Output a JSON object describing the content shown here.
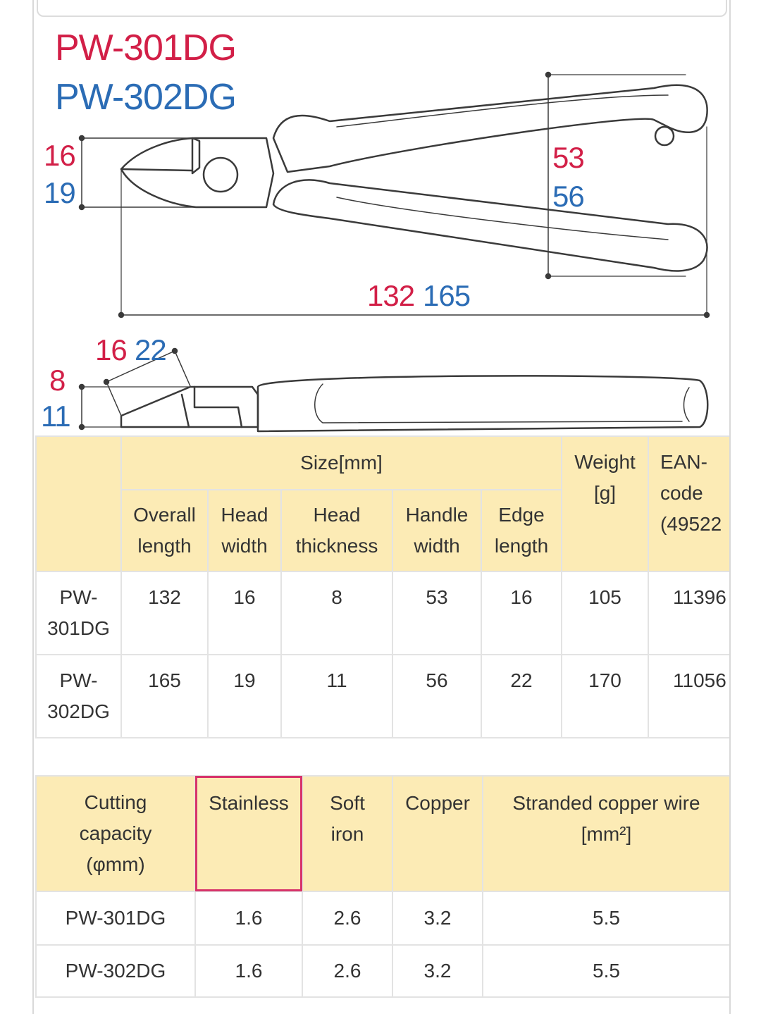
{
  "diagram": {
    "model_red": "PW-301DG",
    "model_blue": "PW-302DG",
    "head_width_red": "16",
    "head_width_blue": "19",
    "handle_width_red": "53",
    "handle_width_blue": "56",
    "overall_length_red": "132",
    "overall_length_blue": "165",
    "edge_length_red": "16",
    "edge_length_blue": "22",
    "head_thickness_red": "8",
    "head_thickness_blue": "11"
  },
  "spec_table": {
    "size_header": "Size[mm]",
    "weight_header": "Weight [g]",
    "ean_header": "EAN-code (49522",
    "col_overall": "Overall length",
    "col_head_width": "Head width",
    "col_head_thickness": "Head thickness",
    "col_handle_width": "Handle width",
    "col_edge_length": "Edge length",
    "rows": [
      {
        "model": "PW-301DG",
        "overall": "132",
        "head_width": "16",
        "head_thickness": "8",
        "handle_width": "53",
        "edge_length": "16",
        "weight": "105",
        "ean": "11396"
      },
      {
        "model": "PW-302DG",
        "overall": "165",
        "head_width": "19",
        "head_thickness": "11",
        "handle_width": "56",
        "edge_length": "22",
        "weight": "170",
        "ean": "11056"
      }
    ]
  },
  "capacity_table": {
    "header_label": "Cutting capacity (φmm)",
    "col_stainless": "Stainless",
    "col_soft_iron": "Soft iron",
    "col_copper": "Copper",
    "col_stranded": "Stranded copper wire [mm²]",
    "rows": [
      {
        "model": "PW-301DG",
        "stainless": "1.6",
        "soft_iron": "2.6",
        "copper": "3.2",
        "stranded": "5.5"
      },
      {
        "model": "PW-302DG",
        "stainless": "1.6",
        "soft_iron": "2.6",
        "copper": "3.2",
        "stranded": "5.5"
      }
    ]
  },
  "colors": {
    "red": "#d21f47",
    "blue": "#2b6cb5",
    "header_bg": "#fcebb5",
    "highlight": "#d7336b"
  }
}
